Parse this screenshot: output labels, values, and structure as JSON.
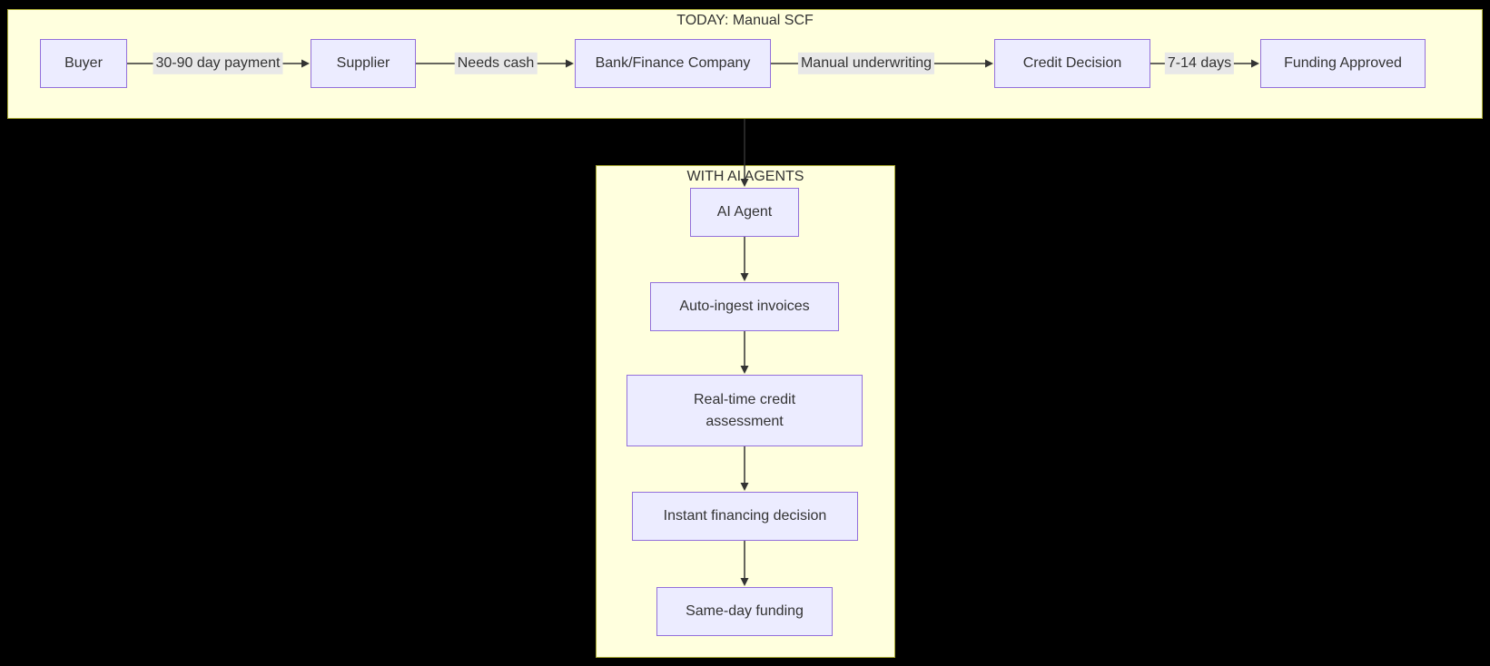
{
  "colors": {
    "canvas_bg": "#000000",
    "cluster_fill": "#ffffde",
    "cluster_border": "#aaaa33",
    "node_fill": "#ececff",
    "node_border": "#9370db",
    "edge_color": "#333333",
    "edge_label_bg": "#e8e8e8",
    "text_color": "#333333"
  },
  "clusters": {
    "today": {
      "title": "TODAY: Manual SCF",
      "nodes": [
        {
          "id": "buyer",
          "label": "Buyer"
        },
        {
          "id": "supplier",
          "label": "Supplier"
        },
        {
          "id": "bank_finance_company",
          "label": "Bank/Finance Company"
        },
        {
          "id": "credit_decision",
          "label": "Credit Decision"
        },
        {
          "id": "funding_approved",
          "label": "Funding Approved"
        }
      ],
      "edge_labels": [
        "30-90 day payment",
        "Needs cash",
        "Manual underwriting",
        "7-14 days"
      ]
    },
    "with_ai_agents": {
      "title": "WITH AI AGENTS",
      "nodes": [
        {
          "id": "ai_agent",
          "label": "AI Agent"
        },
        {
          "id": "auto_ingest_invoices",
          "label": "Auto-ingest invoices"
        },
        {
          "id": "real_time_credit_assessment",
          "label": "Real-time credit assessment"
        },
        {
          "id": "instant_financing_decision",
          "label": "Instant financing decision"
        },
        {
          "id": "same_day_funding",
          "label": "Same-day funding"
        }
      ]
    }
  }
}
